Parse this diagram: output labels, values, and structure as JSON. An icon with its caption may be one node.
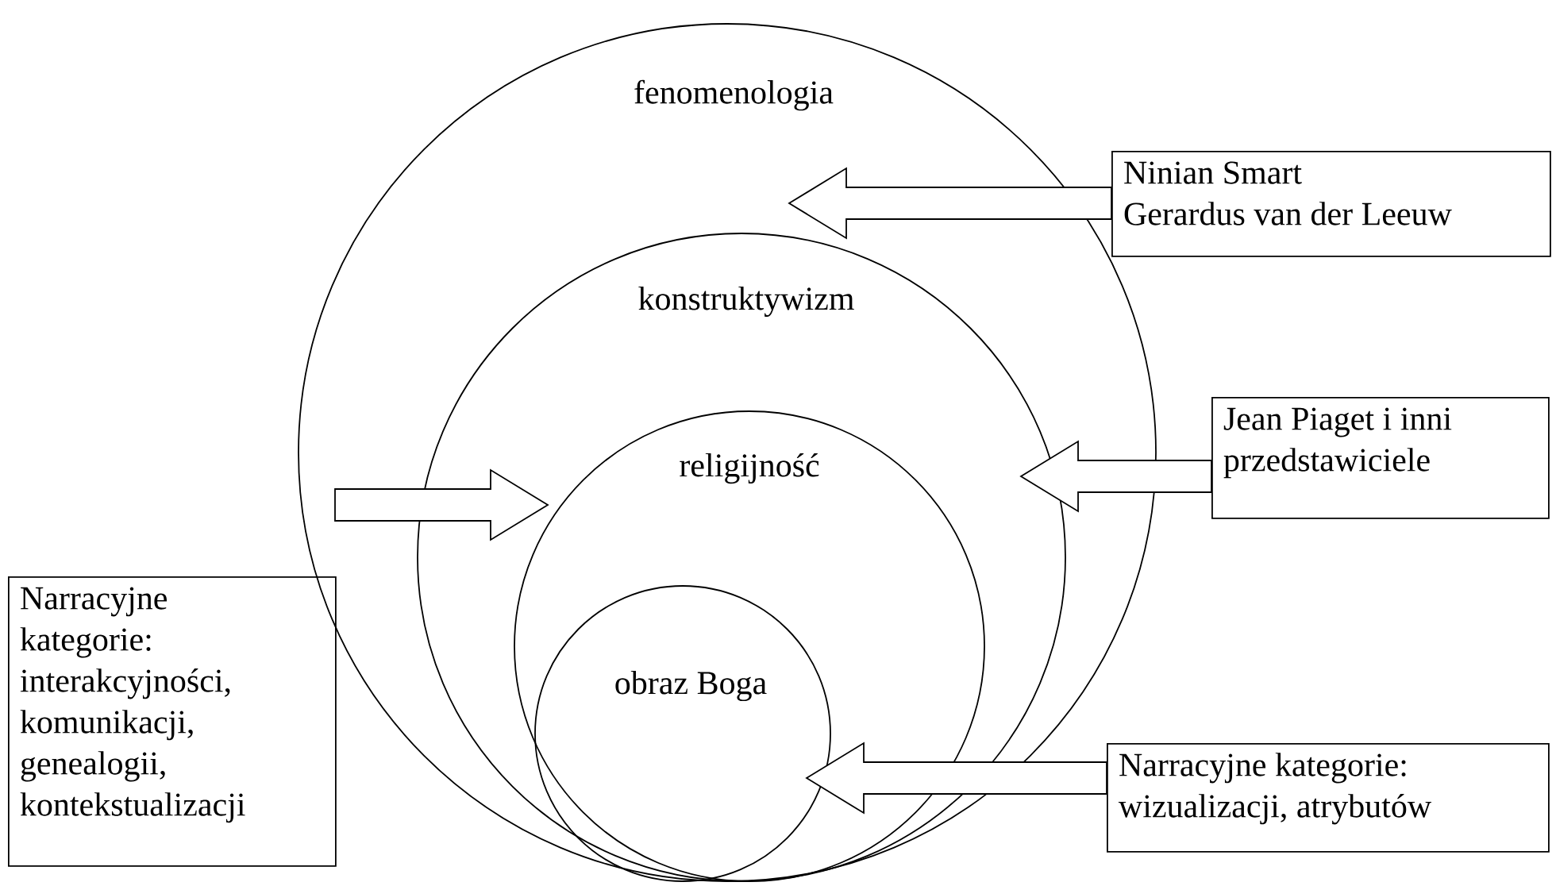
{
  "diagram": {
    "nodes": [
      {
        "text": [
          "fenomenologia"
        ]
      },
      {
        "text": [
          "konstruktywizm"
        ],
        "in": 0
      },
      {
        "text": [
          "religijność"
        ],
        "in": 1
      },
      {
        "text": [
          "obraz Boga"
        ],
        "in": 2
      },
      {
        "text": [
          "Ninian Smart",
          "Gerardus van der Leeuw"
        ]
      },
      {
        "text": [
          "Jean Piaget i inni przedstawiciele"
        ]
      },
      {
        "text": [
          "Narracyjne kategorie: interakcyjności, komunikacji, genealogii, kontekstualizacji"
        ]
      },
      {
        "text": [
          "Narracyjne kategorie: wizualizacji, atrybutów"
        ]
      }
    ],
    "edges": [
      {
        "from": 4,
        "to": 0,
        "arrow": "to"
      },
      {
        "from": 5,
        "to": 1,
        "arrow": "to"
      },
      {
        "from": 6,
        "to": 2,
        "arrow": "to"
      },
      {
        "from": 7,
        "to": 3,
        "arrow": "to"
      }
    ]
  }
}
